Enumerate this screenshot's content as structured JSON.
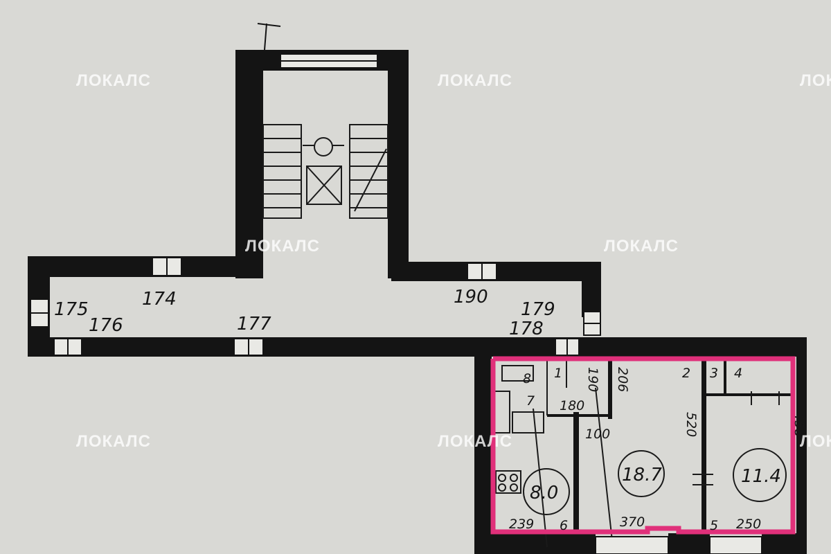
{
  "watermark": "ЛОКАЛС",
  "corridor_labels": {
    "d174": "174",
    "d175": "175",
    "d176": "176",
    "d177": "177",
    "d178": "178",
    "d179": "179",
    "d190": "190"
  },
  "apartment": {
    "highlight_color": "#e0307a",
    "rooms": [
      {
        "num": "1",
        "area": ""
      },
      {
        "num": "2",
        "area": ""
      },
      {
        "num": "3",
        "area": ""
      },
      {
        "num": "4",
        "area": "11.4"
      },
      {
        "num": "5",
        "area": ""
      },
      {
        "num": "6",
        "area": ""
      },
      {
        "num": "7",
        "area": "8.0"
      },
      {
        "num": "8",
        "area": ""
      },
      {
        "num": "",
        "area": "18.7"
      }
    ],
    "dims": {
      "d190v": "190",
      "d206": "206",
      "d180": "180",
      "d100": "100",
      "d520": "520",
      "d458": "458",
      "d239": "239",
      "d370": "370",
      "d250": "250"
    }
  }
}
